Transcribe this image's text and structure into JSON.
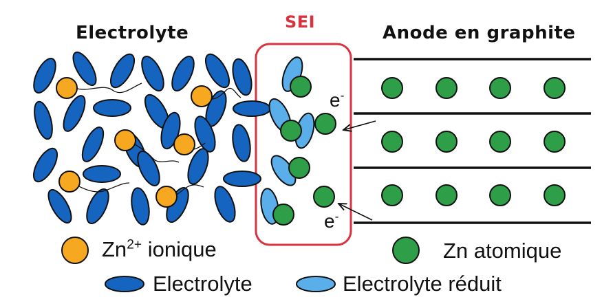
{
  "headings": {
    "electrolyte": "Electrolyte",
    "sei": "SEI",
    "anode": "Anode en graphite"
  },
  "electron_labels": [
    {
      "base": "e",
      "sup": "-"
    },
    {
      "base": "e",
      "sup": "-"
    }
  ],
  "legend": {
    "zn_ion": {
      "base": "Zn",
      "sup": "2+",
      "rest": " ionique"
    },
    "zn_atom": "Zn atomique",
    "electrolyte": "Electrolyte",
    "reduced_electrolyte": "Electrolyte réduit"
  },
  "colors": {
    "electrolyte": "#1565c0",
    "reduced_electrolyte": "#5aaeea",
    "zn_ion": "#f6a821",
    "zn_atom": "#2e9e48",
    "sei_border": "#d8333f",
    "outline": "#111111"
  }
}
